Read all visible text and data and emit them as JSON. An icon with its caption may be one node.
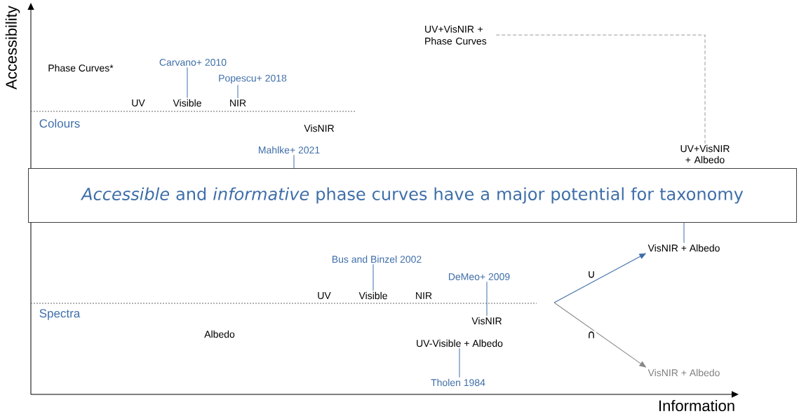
{
  "diagram": {
    "nodes": [
      {
        "text": [
          "UV+VisNIR + Phase Curves"
        ]
      },
      {
        "text": [
          "Carvano+ 2010"
        ]
      },
      {
        "text": [
          "Popescu+ 2018"
        ]
      },
      {
        "text": [
          "Visible"
        ]
      },
      {
        "text": [
          "NIR"
        ]
      },
      {
        "text": [
          "Mahlke+ 2021"
        ]
      },
      {
        "text": [
          "UV+VisNIR + Albedo"
        ]
      },
      {
        "text": [
          "*Accessible* and *informative* phase curves have a major potential for taxonomy"
        ]
      },
      {
        "text": [
          "VisNIR + Albedo"
        ]
      },
      {
        "text": [
          "Bus and Binzel 2002"
        ]
      },
      {
        "text": [
          "DeMeo+ 2009"
        ]
      },
      {
        "text": [
          "Visible"
        ]
      },
      {
        "text": [
          "VisNIR"
        ]
      },
      {
        "text": [
          "UV-Visible + Albedo"
        ]
      },
      {
        "text": [
          "Tholen 1984"
        ]
      },
      {
        "text": [
          "VisNIR + Albedo"
        ]
      }
    ],
    "edges": [
      {
        "from": 0,
        "to": 6,
        "arrow": "none",
        "style": "dashed",
        "color": "#999999"
      },
      {
        "from": 1,
        "to": 3,
        "arrow": "none"
      },
      {
        "from": 2,
        "to": 4,
        "arrow": "none"
      },
      {
        "from": 5,
        "to": 7,
        "arrow": "none"
      },
      {
        "from": 8,
        "to": 7,
        "arrow": "none"
      },
      {
        "from": 9,
        "to": 11,
        "arrow": "none"
      },
      {
        "from": 10,
        "to": 12,
        "arrow": "none"
      },
      {
        "from": 14,
        "to": 13,
        "arrow": "none"
      },
      {
        "from": null,
        "to": 8,
        "arrow": "to",
        "label": "∪"
      },
      {
        "from": null,
        "to": 15,
        "arrow": "to",
        "label": "∩",
        "color": "#888888"
      }
    ],
    "labels": [
      "Accessibility",
      "Phase Curves*",
      "UV",
      "Colours",
      "VisNIR",
      "Spectra",
      "UV",
      "NIR",
      "Albedo",
      "Information"
    ]
  }
}
